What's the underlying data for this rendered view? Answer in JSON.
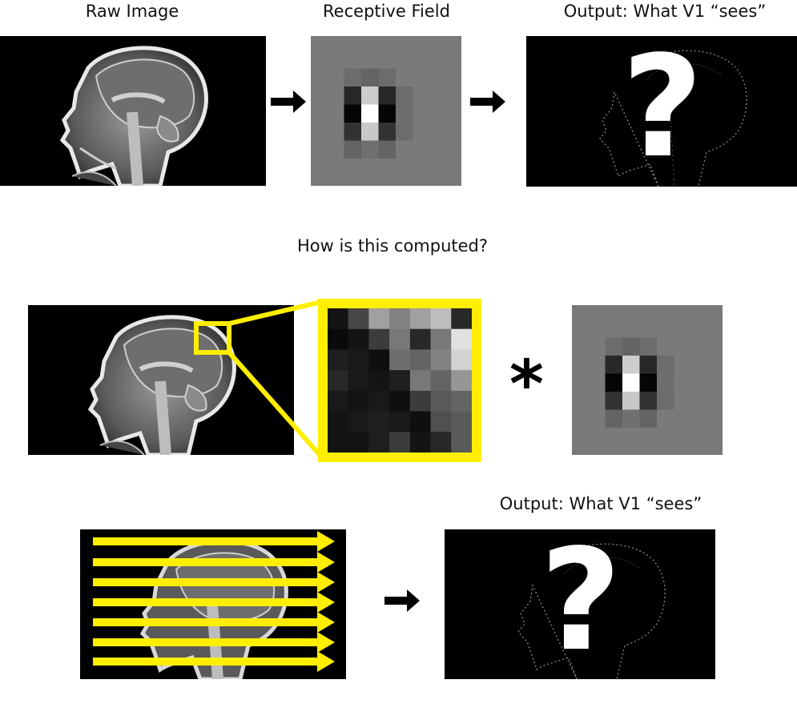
{
  "labels": {
    "raw_image": "Raw Image",
    "receptive_field": "Receptive Field",
    "output_top": "Output: What V1 “sees”",
    "question": "How is this computed?",
    "output_bottom": "Output: What V1 “sees”"
  },
  "symbols": {
    "question_mark": "?",
    "convolution": "*"
  },
  "icons": {
    "arrow": "right-arrow-icon",
    "head_mri": "mri-head-image"
  },
  "colors": {
    "highlight": "#ffee00",
    "background": "#000000",
    "filter_bg": "#7a7a7a"
  },
  "receptive_field_grid": [
    [
      122,
      122,
      122,
      122,
      122,
      122,
      122
    ],
    [
      122,
      108,
      100,
      108,
      122,
      122,
      122
    ],
    [
      122,
      40,
      205,
      40,
      108,
      122,
      122
    ],
    [
      122,
      5,
      255,
      5,
      110,
      122,
      122
    ],
    [
      122,
      50,
      200,
      50,
      108,
      122,
      122
    ],
    [
      122,
      100,
      112,
      100,
      122,
      122,
      122
    ],
    [
      122,
      122,
      122,
      122,
      122,
      122,
      122
    ]
  ],
  "patch_grid": [
    [
      20,
      70,
      160,
      130,
      160,
      190,
      40
    ],
    [
      10,
      20,
      60,
      120,
      40,
      120,
      225
    ],
    [
      30,
      25,
      15,
      110,
      100,
      130,
      210
    ],
    [
      40,
      25,
      20,
      30,
      120,
      100,
      150
    ],
    [
      25,
      20,
      25,
      15,
      60,
      90,
      100
    ],
    [
      20,
      25,
      30,
      25,
      15,
      80,
      90
    ],
    [
      20,
      20,
      30,
      60,
      20,
      40,
      90
    ]
  ]
}
